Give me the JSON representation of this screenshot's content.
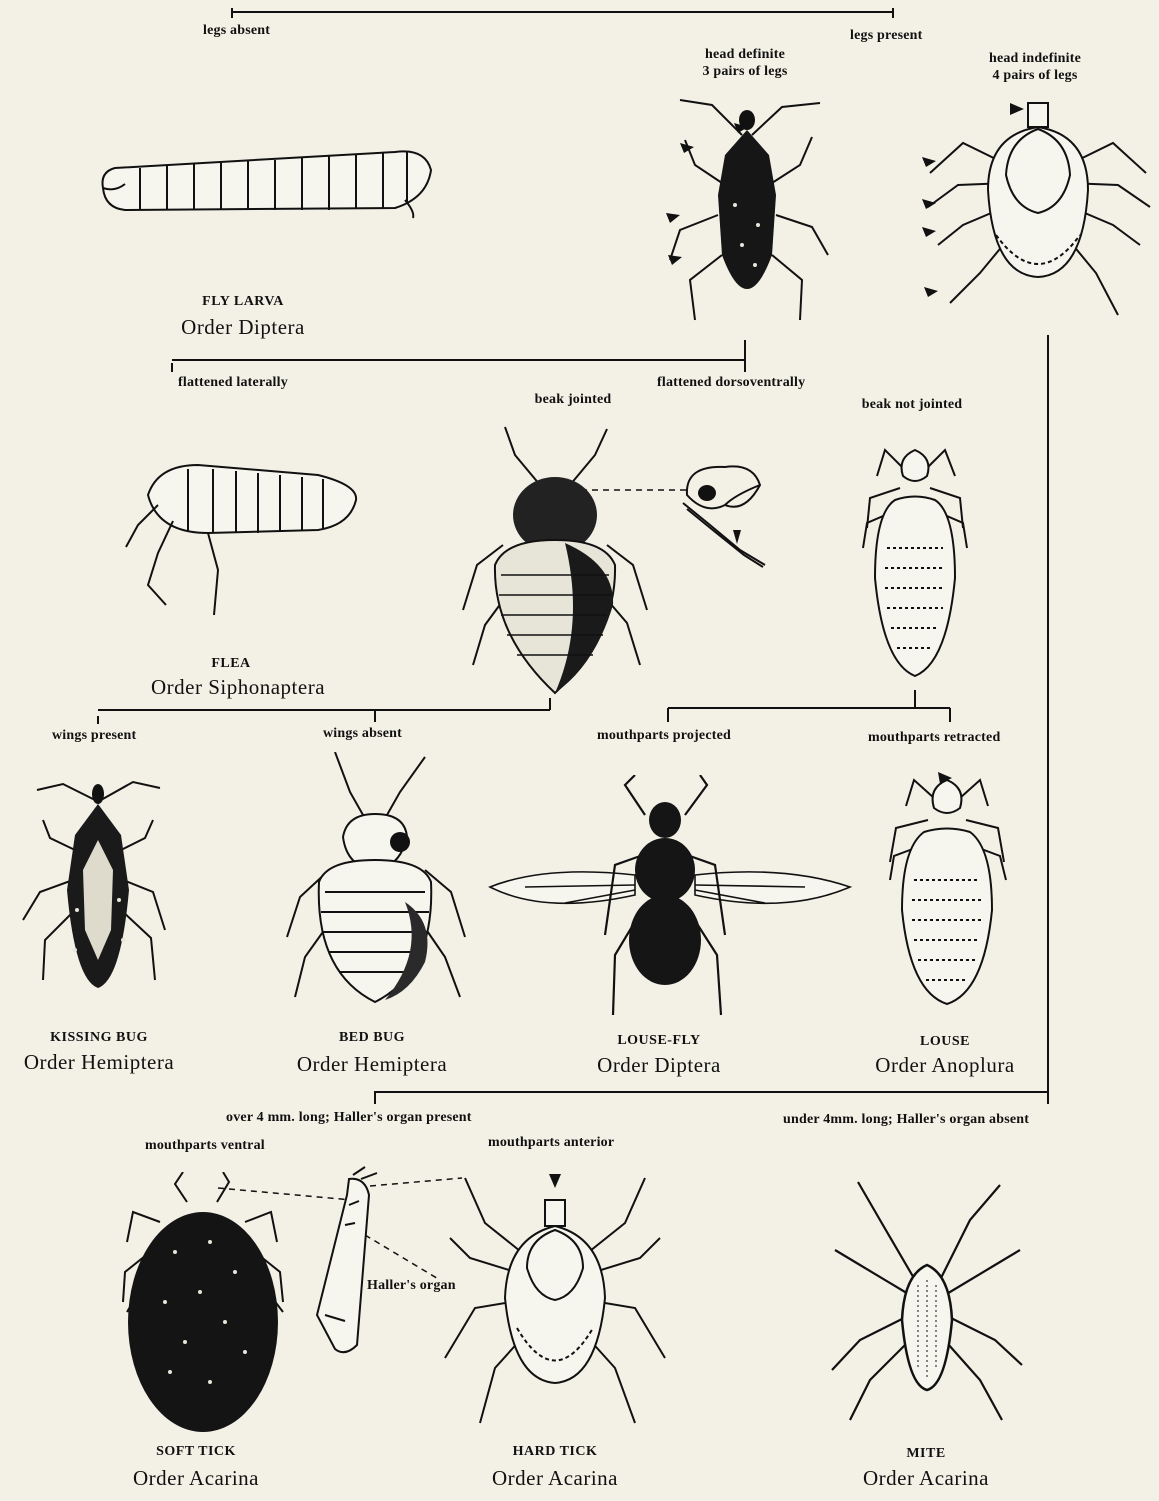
{
  "branches": {
    "legs_absent": "legs absent",
    "legs_present": "legs present",
    "head_definite": [
      "head definite",
      "3 pairs of legs"
    ],
    "head_indefinite": [
      "head indefinite",
      "4 pairs of legs"
    ],
    "flattened_laterally": "flattened laterally",
    "flattened_dorsoventrally": "flattened dorsoventrally",
    "beak_jointed": "beak jointed",
    "beak_not_jointed": "beak not jointed",
    "wings_present": "wings present",
    "wings_absent": "wings absent",
    "mouthparts_projected": "mouthparts projected",
    "mouthparts_retracted": "mouthparts retracted",
    "over_4mm": "over 4 mm. long; Haller's organ present",
    "under_4mm": "under 4mm. long; Haller's organ absent",
    "mouthparts_ventral": "mouthparts ventral",
    "mouthparts_anterior": "mouthparts anterior",
    "hallers_organ": "Haller's organ"
  },
  "specimens": {
    "fly_larva": {
      "common": "FLY LARVA",
      "order": "Order Diptera"
    },
    "flea": {
      "common": "FLEA",
      "order": "Order Siphonaptera"
    },
    "kissing_bug": {
      "common": "KISSING BUG",
      "order": "Order Hemiptera"
    },
    "bed_bug": {
      "common": "BED BUG",
      "order": "Order Hemiptera"
    },
    "louse_fly": {
      "common": "LOUSE-FLY",
      "order": "Order Diptera"
    },
    "louse": {
      "common": "LOUSE",
      "order": "Order Anoplura"
    },
    "soft_tick": {
      "common": "SOFT TICK",
      "order": "Order Acarina"
    },
    "hard_tick": {
      "common": "HARD TICK",
      "order": "Order Acarina"
    },
    "mite": {
      "common": "MITE",
      "order": "Order Acarina"
    }
  },
  "colors": {
    "background": "#f3f1e6",
    "ink": "#111111"
  }
}
